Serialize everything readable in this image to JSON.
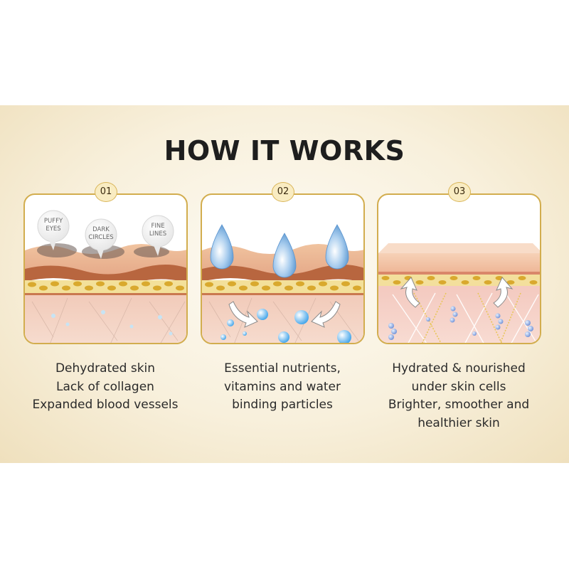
{
  "title": "HOW IT WORKS",
  "steps": [
    {
      "number": "01",
      "labels": [
        "PUFFY EYES",
        "DARK CIRCLES",
        "FINE LINES"
      ],
      "caption": [
        "Dehydrated skin",
        "Lack of collagen",
        "Expanded blood vessels"
      ]
    },
    {
      "number": "02",
      "caption": [
        "Essential nutrients,",
        "vitamins and water",
        "binding particles"
      ]
    },
    {
      "number": "03",
      "caption": [
        "Hydrated & nourished",
        "under skin cells",
        "Brighter, smoother and",
        "healthier skin"
      ]
    }
  ],
  "colors": {
    "frame": "#d2ad4e",
    "badge": "#f9ecc2",
    "droplet": "#7fb4de",
    "particle": "#5aaee8",
    "skin": "#e9a98a"
  }
}
